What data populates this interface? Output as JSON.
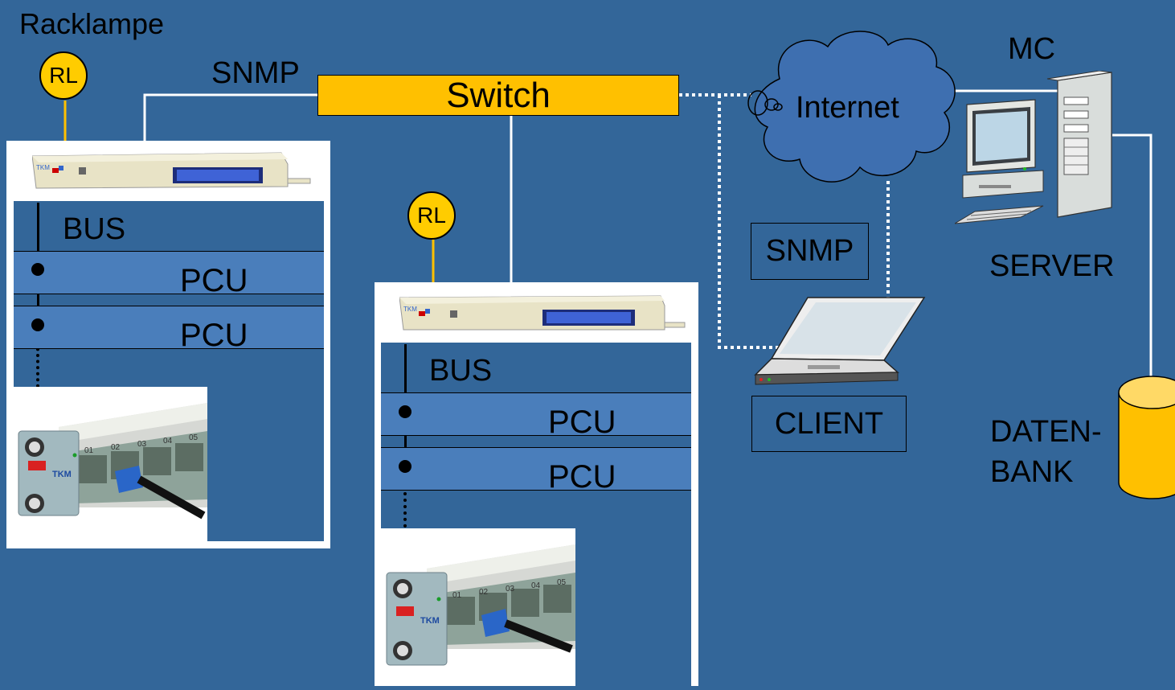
{
  "labels": {
    "racklampe": "Racklampe",
    "rl": "RL",
    "snmp_top": "SNMP",
    "switch": "Switch",
    "internet": "Internet",
    "mc": "MC",
    "server": "SERVER",
    "snmp_box": "SNMP",
    "client": "CLIENT",
    "datenbank_line1": "DATEN-",
    "datenbank_line2": "BANK",
    "bus": "BUS",
    "pcu": "PCU",
    "device_logo": "TKM",
    "port_numbers": [
      "01",
      "02",
      "03",
      "04",
      "05"
    ]
  },
  "colors": {
    "background": "#336699",
    "switch_fill": "#FFC000",
    "racklamp_fill": "#FFCC00",
    "pcu_fill": "#4A7EBB",
    "cloud_fill": "#3E6FB0",
    "database_fill": "#FFC000",
    "line_white": "#FFFFFF"
  }
}
